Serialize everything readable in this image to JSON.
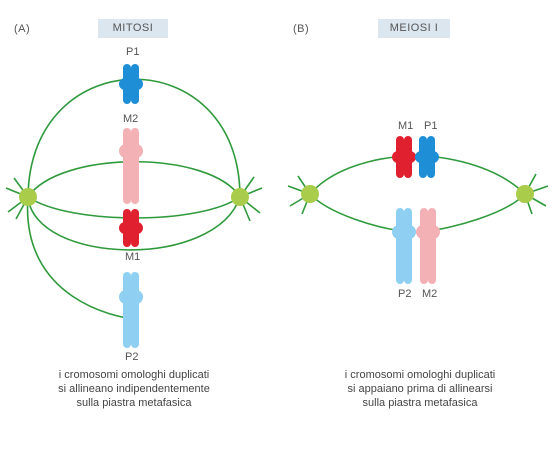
{
  "panel_a": {
    "letter": "(A)",
    "title": "MITOSI",
    "labels": {
      "p1": "P1",
      "m2": "M2",
      "m1": "M1",
      "p2": "P2"
    },
    "caption": [
      "i cromosomi omologhi duplicati",
      "si allineano indipendentemente",
      "sulla piastra metafasica"
    ]
  },
  "panel_b": {
    "letter": "(B)",
    "title": "MEIOSI I",
    "labels": {
      "m1": "M1",
      "p1": "P1",
      "p2": "P2",
      "m2": "M2"
    },
    "caption": [
      "i cromosomi omologhi duplicati",
      "si appaiano prima di allinearsi",
      "sulla piastra metafasica"
    ]
  },
  "colors": {
    "spindle": "#2e9a3c",
    "pole": "#a9cc4a",
    "p1": "#1e8fd6",
    "m2": "#f4b1b5",
    "m1": "#e0202e",
    "p2": "#8fd0f2",
    "title_bg": "#dce6ee"
  }
}
